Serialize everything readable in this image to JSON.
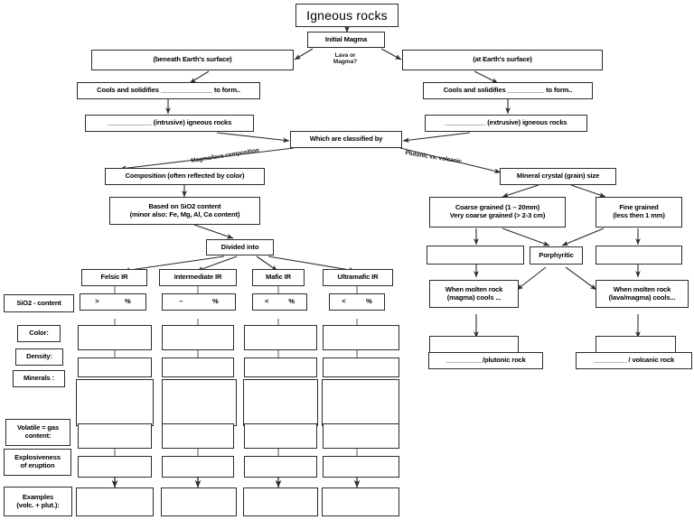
{
  "title": "Igneous rocks",
  "top": {
    "initial_magma": "Initial Magma",
    "branch_question": "Lava or\nMagma?",
    "branch_question_line1": "Lava or",
    "branch_question_line2": "Magma?",
    "left_branch": "(beneath Earth's surface)",
    "right_branch": "(at Earth's surface)",
    "left_cools": "Cools and solidifies ______________ to form..",
    "right_cools": "Cools and solidifies __________ to form..",
    "left_rocks": "____________ (intrusive) igneous rocks",
    "right_rocks": "___________ (extrusive) igneous rocks"
  },
  "classify": {
    "node": "Which are classified by",
    "left_label": "Magma/lava composition",
    "right_label": "Plutonic vs. volcanic"
  },
  "composition_branch": {
    "composition": "Composition (often reflected by color)",
    "sio2_basis_line1": "Based on SiO2 content",
    "sio2_basis_line2": "(minor also: Fe, Mg, Al, Ca content)",
    "divided_into": "Divided into"
  },
  "grain_branch": {
    "mineral_size": "Mineral crystal (grain) size",
    "coarse_line1": "Coarse grained (1 – 20mm)",
    "coarse_line2": "Very coarse grained (> 2-3 cm)",
    "fine_line1": "Fine grained",
    "fine_line2": "(less then 1 mm)",
    "coarse_blank": "",
    "fine_blank": "",
    "porphyritic": "Porphyritic",
    "molten_left_line1": "When molten rock",
    "molten_left_line2": "(magma) cools ...",
    "molten_right_line1": "When molten rock",
    "molten_right_line2": "(lava/magma) cools...",
    "blank_left": "",
    "blank_right": "",
    "plutonic_result": "__________/plutonic rock",
    "volcanic_result": "_________ / volcanic rock"
  },
  "table": {
    "row_labels": [
      "SiO2 - content",
      "Color:",
      "Density:",
      "Minerals :",
      "Volatile = gas\ncontent:",
      "Explosiveness\nof eruption",
      "Examples\n(volc. + plut.):"
    ],
    "row_label_volatile_line1": "Volatile = gas",
    "row_label_volatile_line2": "content:",
    "row_label_explosive_line1": "Explosiveness",
    "row_label_explosive_line2": "of eruption",
    "row_label_examples_line1": "Examples",
    "row_label_examples_line2": "(volc. + plut.):",
    "columns": [
      {
        "header": "Felsic  IR",
        "sio2_op": ">",
        "sio2_unit": "%"
      },
      {
        "header": "Intermediate IR",
        "sio2_op": "–",
        "sio2_unit": "%"
      },
      {
        "header": "Mafic IR",
        "sio2_op": "<",
        "sio2_unit": "%"
      },
      {
        "header": "Ultramafic IR",
        "sio2_op": "<",
        "sio2_unit": "%"
      }
    ],
    "empty_cell": ""
  },
  "colors": {
    "stroke": "#2b2b2b",
    "text": "#000000",
    "background": "#ffffff"
  }
}
